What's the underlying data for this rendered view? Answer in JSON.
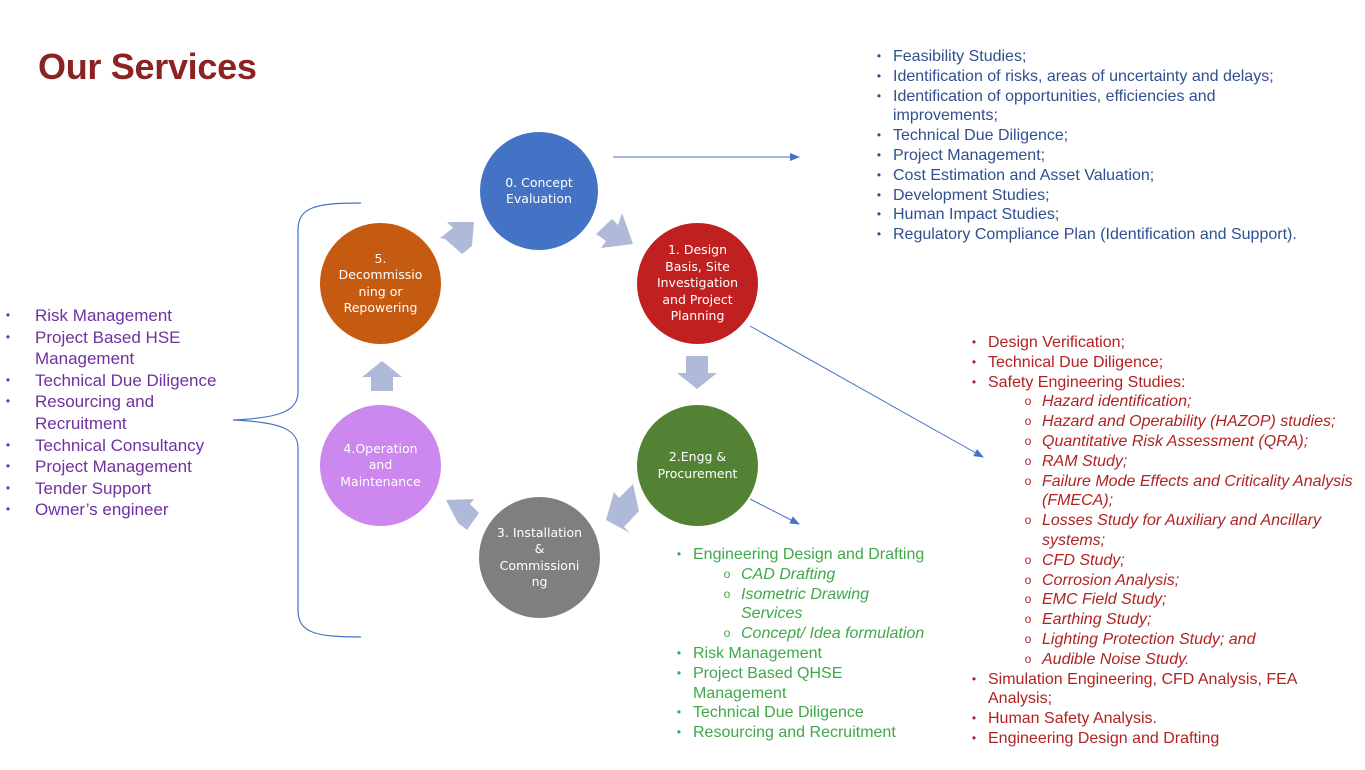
{
  "title": "Our Services",
  "colors": {
    "title": "#8B2323",
    "connector": "#4472C4",
    "chevron": "#AFBAD9",
    "concept_list": "#2F4F8F",
    "design_list": "#B22222",
    "engg_list": "#3FA84A",
    "general_list": "#7030A0"
  },
  "nodes": [
    {
      "id": "concept",
      "label": "0. Concept\nEvaluation",
      "color": "#4472C4"
    },
    {
      "id": "design",
      "label": "1. Design\nBasis, Site\nInvestigation\nand Project\nPlanning",
      "color": "#C0201F"
    },
    {
      "id": "engg",
      "label": "2.Engg &\nProcurement",
      "color": "#548235"
    },
    {
      "id": "installation",
      "label": "3. Installation\n&\nCommissioni\nng",
      "color": "#7F7F7F"
    },
    {
      "id": "operation",
      "label": "4.Operation\nand\nMaintenance",
      "color": "#CC88EE"
    },
    {
      "id": "decommissioning",
      "label": "5.\nDecommissio\nning or\nRepowering",
      "color": "#C55A11"
    }
  ],
  "concept_list": [
    "Feasibility Studies;",
    "Identification of risks, areas of uncertainty and delays;",
    "Identification of opportunities, efficiencies and improvements;",
    "Technical Due Diligence;",
    "Project Management;",
    "Cost Estimation and Asset Valuation;",
    "Development Studies;",
    "Human Impact Studies;",
    "Regulatory Compliance Plan (Identification and Support)."
  ],
  "design_list": {
    "items_before": [
      "Design Verification;",
      "Technical Due Diligence;",
      "Safety Engineering Studies:"
    ],
    "safety_sub": [
      "Hazard identification;",
      "Hazard and Operability (HAZOP) studies;",
      "Quantitative Risk Assessment (QRA);",
      "RAM Study;",
      "Failure Mode Effects and Criticality Analysis (FMECA);",
      "Losses Study for Auxiliary and Ancillary systems;",
      "CFD Study;",
      "Corrosion Analysis;",
      "EMC Field Study;",
      "Earthing Study;",
      "Lighting Protection Study; and",
      "Audible Noise Study."
    ],
    "items_after": [
      "Simulation Engineering,  CFD Analysis, FEA Analysis;",
      "Human Safety Analysis.",
      "Engineering Design and Drafting"
    ]
  },
  "engg_list": {
    "first": "Engineering Design and Drafting",
    "sub": [
      "CAD Drafting",
      "Isometric Drawing Services",
      "Concept/ Idea formulation"
    ],
    "rest": [
      "Risk Management",
      "Project Based QHSE Management",
      "Technical Due Diligence",
      "Resourcing and Recruitment"
    ]
  },
  "general_list": [
    "Risk Management",
    "Project Based HSE Management",
    "Technical Due Diligence",
    "Resourcing and Recruitment",
    "Technical Consultancy",
    "Project Management",
    "Tender Support",
    "Owner’s engineer"
  ]
}
